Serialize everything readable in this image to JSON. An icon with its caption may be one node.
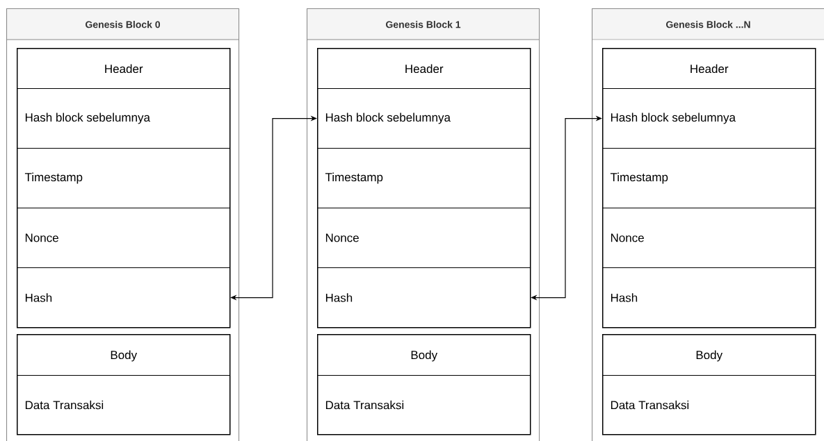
{
  "diagram": {
    "nodes": [
      {
        "text": [
          "Genesis Block 0"
        ]
      },
      {
        "text": [
          "Header"
        ],
        "in": 0
      },
      {
        "text": [
          "Hash block sebelumnya"
        ],
        "in": 1
      },
      {
        "text": [
          "Timestamp"
        ],
        "in": 1
      },
      {
        "text": [
          "Nonce"
        ],
        "in": 1
      },
      {
        "text": [
          "Hash"
        ],
        "in": 1
      },
      {
        "text": [
          "Body"
        ],
        "in": 0
      },
      {
        "text": [
          "Data Transaksi"
        ],
        "in": 6
      },
      {
        "text": [
          "Genesis Block 1"
        ]
      },
      {
        "text": [
          "Header"
        ],
        "in": 8
      },
      {
        "text": [
          "Hash block sebelumnya"
        ],
        "in": 9
      },
      {
        "text": [
          "Timestamp"
        ],
        "in": 9
      },
      {
        "text": [
          "Nonce"
        ],
        "in": 9
      },
      {
        "text": [
          "Hash"
        ],
        "in": 9
      },
      {
        "text": [
          "Body"
        ],
        "in": 8
      },
      {
        "text": [
          "Data Transaksi"
        ],
        "in": 14
      },
      {
        "text": [
          "Genesis Block ...N"
        ]
      },
      {
        "text": [
          "Header"
        ],
        "in": 16
      },
      {
        "text": [
          "Hash block sebelumnya"
        ],
        "in": 17
      },
      {
        "text": [
          "Timestamp"
        ],
        "in": 17
      },
      {
        "text": [
          "Nonce"
        ],
        "in": 17
      },
      {
        "text": [
          "Hash"
        ],
        "in": 17
      },
      {
        "text": [
          "Body"
        ],
        "in": 16
      },
      {
        "text": [
          "Data Transaksi"
        ],
        "in": 22
      }
    ],
    "edges": [
      {
        "from": 5,
        "to": 10,
        "arrow": "both"
      },
      {
        "from": 13,
        "to": 18,
        "arrow": "both"
      }
    ]
  }
}
